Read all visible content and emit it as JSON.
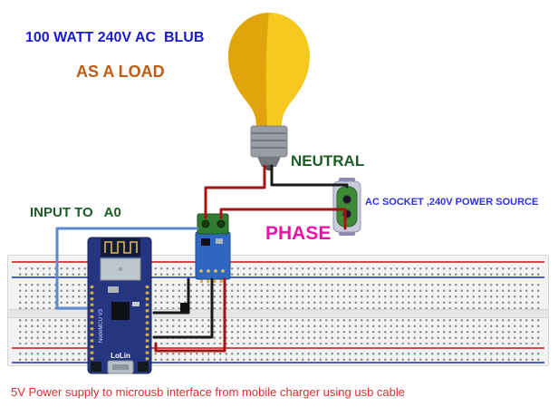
{
  "labels": {
    "load_line1": "100 WATT 240V AC  BLUB",
    "load_line2": "AS A LOAD",
    "neutral": "NEUTRAL",
    "socket": "AC SOCKET ,240V POWER SOURCE",
    "phase": "PHASE",
    "input_a0": "INPUT TO   A0",
    "footer": "5V Power supply to microusb interface from mobile charger using usb cable"
  },
  "board": {
    "model": "NodeMCU V3",
    "brand": "LoLin"
  },
  "colors": {
    "load_text": "#1b1acb",
    "as_load_text": "#bd5c17",
    "neutral_text": "#1c5c26",
    "socket_text": "#3032d6",
    "phase_text": "#f012a8",
    "input_text": "#1c5c26",
    "footer_text": "#d92f2f",
    "wire_red": "#ab1013",
    "wire_black": "#191919",
    "wire_blue": "#5b8bd0",
    "bulb_yellow": "#f6c91f",
    "bulb_shade": "#e2a40c",
    "bulb_base_gray": "#9a9da3",
    "pcb_blue": "#26357f",
    "module_blue": "#2f66c0",
    "terminal_green": "#2f7d32",
    "socket_green": "#3d8b37",
    "breadboard_rail_red": "#cf4a4a",
    "breadboard_rail_blue": "#4a5fcf"
  }
}
